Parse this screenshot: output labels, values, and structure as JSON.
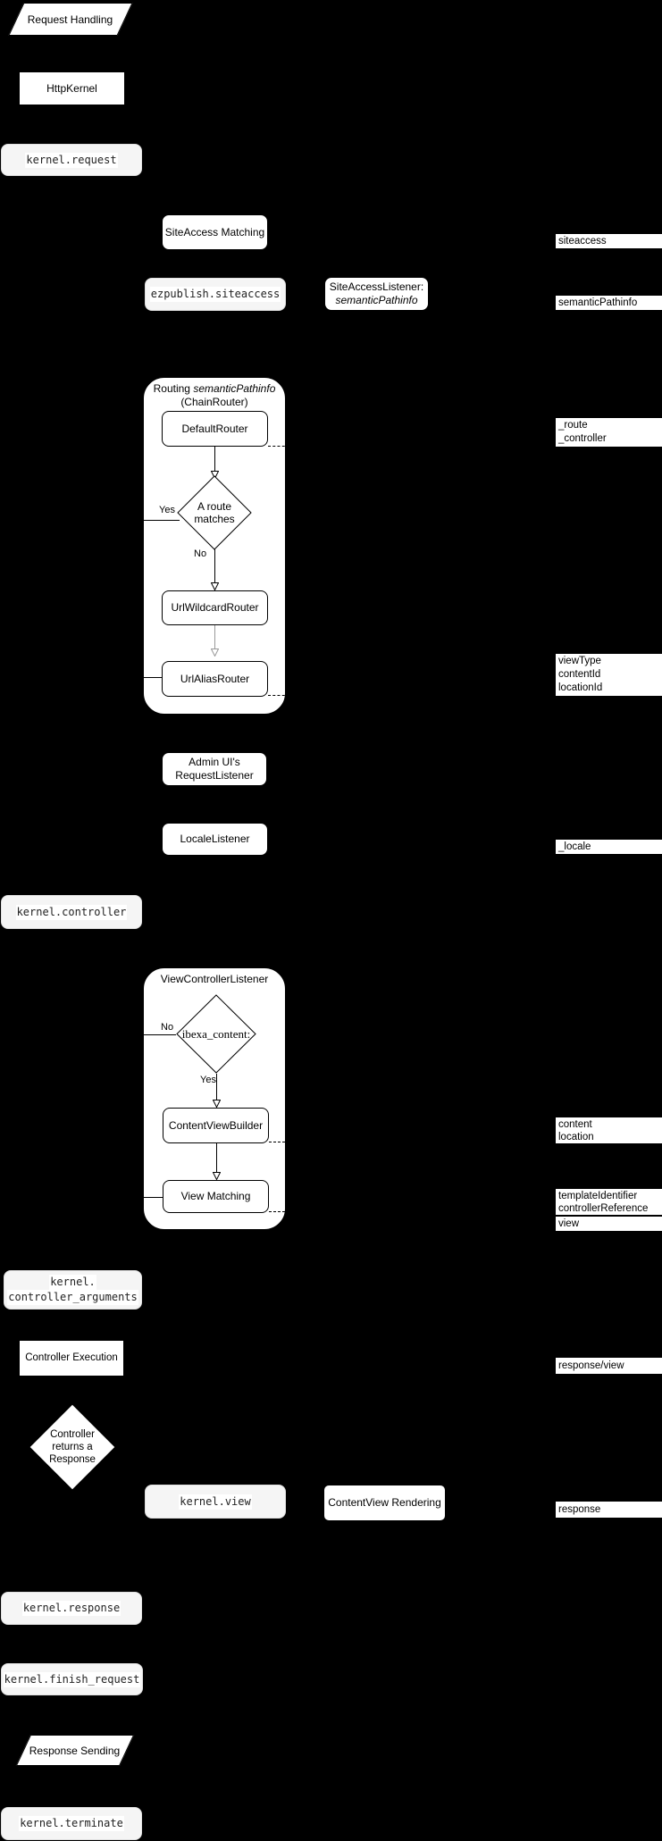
{
  "colors": {
    "background": "#000000",
    "node_fill": "#ffffff",
    "event_fill": "#f5f5f5",
    "stroke": "#000000",
    "gray_line": "#999999"
  },
  "nodes": {
    "request_handling": "Request Handling",
    "http_kernel": "HttpKernel",
    "kernel_request": "kernel.request",
    "siteaccess_matching": "SiteAccess Matching",
    "ezpublish_siteaccess": "ezpublish.siteaccess",
    "siteaccess_listener": {
      "line1": "SiteAccessListener:",
      "line2": "semanticPathinfo"
    },
    "routing": {
      "title_prefix": "Routing ",
      "title_italic": "semanticPathinfo",
      "subtitle": "(ChainRouter)"
    },
    "default_router": "DefaultRouter",
    "route_matches": {
      "text": "A route matches",
      "yes": "Yes",
      "no": "No"
    },
    "url_wildcard_router": "UrlWildcardRouter",
    "url_alias_router": "UrlAliasRouter",
    "admin_ui_request_listener": "Admin UI's RequestListener",
    "locale_listener": "LocaleListener",
    "kernel_controller": "kernel.controller",
    "view_controller_listener": "ViewControllerListener",
    "ibexa_content": {
      "text": "ibexa_content:",
      "yes": "Yes",
      "no": "No"
    },
    "content_view_builder": "ContentViewBuilder",
    "view_matching": "View Matching",
    "kernel_controller_arguments": {
      "line1": "kernel.",
      "line2": "controller_arguments"
    },
    "controller_execution": "Controller Execution",
    "controller_returns_response": "Controller returns a Response",
    "kernel_view": "kernel.view",
    "contentview_rendering": "ContentView Rendering",
    "kernel_response": "kernel.response",
    "kernel_finish_request": "kernel.finish_request",
    "response_sending": "Response Sending",
    "kernel_terminate": "kernel.terminate"
  },
  "side_labels": {
    "siteaccess": [
      "siteaccess"
    ],
    "semantic_pathinfo": [
      "semanticPathinfo"
    ],
    "route_controller": [
      "_route",
      "_controller"
    ],
    "view_params": [
      "viewType",
      "contentId",
      "locationId"
    ],
    "locale": [
      "_locale"
    ],
    "content_location": [
      "content",
      "location"
    ],
    "template_controller": [
      "templateIdentifier",
      "controllerReference"
    ],
    "view": [
      "view"
    ],
    "response_view": [
      "response/view"
    ],
    "response": [
      "response"
    ]
  }
}
